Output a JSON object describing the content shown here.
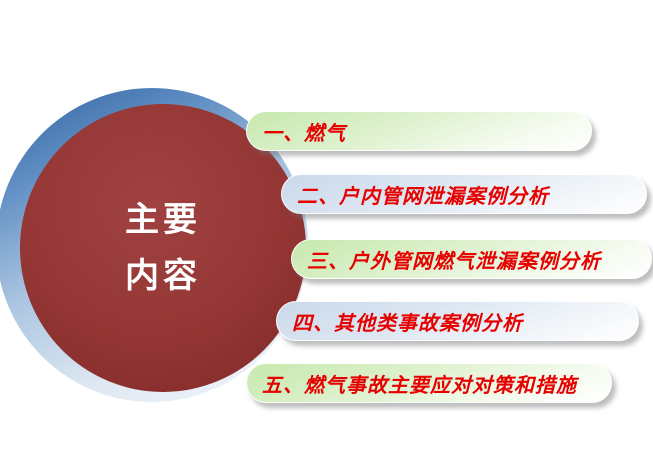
{
  "slide": {
    "title_lines": [
      "主要",
      "内容"
    ],
    "items": [
      {
        "label": "一、燃气"
      },
      {
        "label": "二、户内管网泄漏案例分析"
      },
      {
        "label": "三、户外管网燃气泄漏案例分析"
      },
      {
        "label": "四、其他类事故案例分析"
      },
      {
        "label": "五、燃气事故主要应对对策和措施"
      }
    ],
    "colors": {
      "circle_fill": "#943634",
      "ring_blue": "#30619e",
      "pill_green": "#c6e8ad",
      "pill_blue": "#c9d8ea",
      "item_text": "#e60000",
      "title_text": "#ffffff"
    }
  }
}
